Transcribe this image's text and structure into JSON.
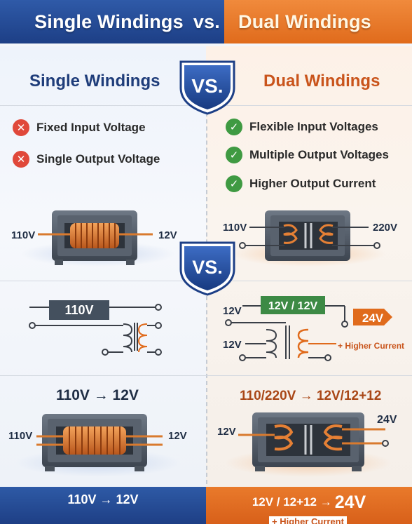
{
  "banner": {
    "left_title": "Single Windings",
    "vs": "vs.",
    "right_title": "Dual Windings"
  },
  "headers": {
    "left": "Single Windings",
    "vs_badge": "VS.",
    "right": "Dual Windings"
  },
  "single_features": [
    {
      "icon": "x-icon",
      "label": "Fixed Input Voltage"
    },
    {
      "icon": "x-icon",
      "label": "Single Output Voltage"
    }
  ],
  "dual_features": [
    {
      "icon": "check-icon",
      "label": "Flexible Input Voltages"
    },
    {
      "icon": "check-icon",
      "label": "Multiple Output Voltages"
    },
    {
      "icon": "check-icon",
      "label": "Higher Output Current"
    }
  ],
  "transformer1": {
    "left_label": "110V",
    "right_label": "12V"
  },
  "transformer2": {
    "left_label": "110V",
    "right_label": "220V"
  },
  "middle_vs": "VS.",
  "schematic_single": {
    "input_box": "110V"
  },
  "schematic_dual": {
    "top_box": "12V / 12V",
    "label_top": "12V",
    "label_bottom": "12V",
    "output_badge": "24V",
    "plus_current": "+ Higher Current"
  },
  "conversion_single": "110V → 12V",
  "conversion_dual": "110/220V → 12V/12+12",
  "transformer3": {
    "left_label": "110V",
    "right_label": "12V"
  },
  "transformer4": {
    "left_label": "12V",
    "right_label": "24V"
  },
  "bottom": {
    "left": "110V → 12V",
    "right_prefix": "12V / 12+12 →",
    "right_big": "24V",
    "right_sub": "+ Higher Current"
  },
  "colors": {
    "blue": "#1f3d7a",
    "orange": "#e06b1c",
    "green": "#3f9a42",
    "red": "#e0483a"
  }
}
